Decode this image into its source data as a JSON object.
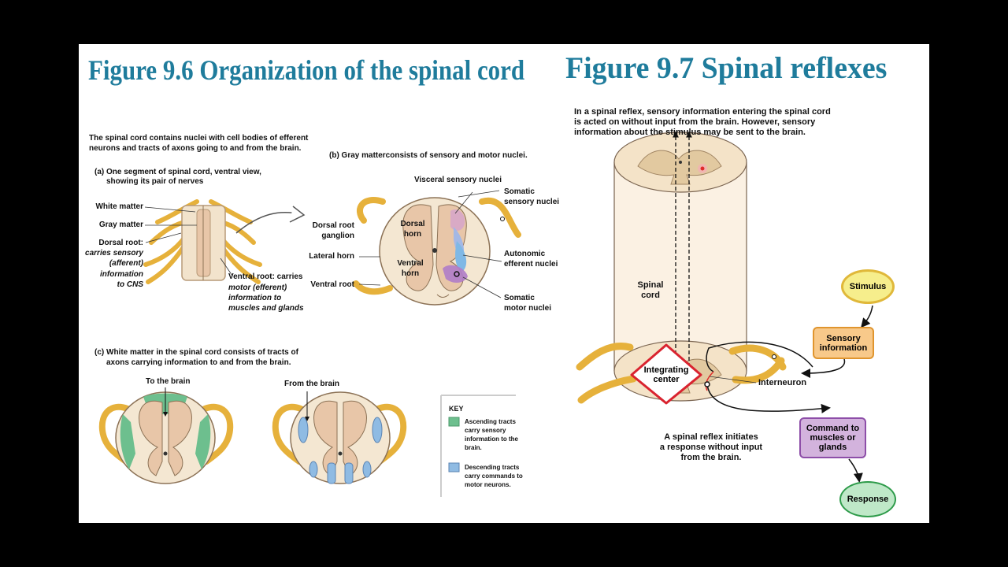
{
  "left": {
    "title": "Figure 9.6 Organization of the spinal cord",
    "intro": [
      "The spinal cord contains nuclei with cell bodies of efferent",
      "neurons and tracts of axons going to and from the brain."
    ],
    "panel_a": {
      "caption": [
        "(a) One segment of spinal cord, ventral view,",
        "showing its pair of nerves"
      ],
      "white_matter": "White matter",
      "gray_matter": "Gray matter",
      "dorsal_root": [
        "Dorsal root:",
        "carries sensory",
        "(afferent)",
        "information",
        "to CNS"
      ],
      "ventral_root": [
        "Ventral root: carries",
        "motor (efferent)",
        "information to",
        "muscles and glands"
      ]
    },
    "panel_b": {
      "caption": "(b) Gray matterconsists of sensory and motor nuclei.",
      "visceral": "Visceral sensory nuclei",
      "somatic_sensory": [
        "Somatic",
        "sensory nuclei"
      ],
      "autonomic": [
        "Autonomic",
        "efferent nuclei"
      ],
      "somatic_motor": [
        "Somatic",
        "motor nuclei"
      ],
      "drg": [
        "Dorsal root",
        "ganglion"
      ],
      "lateral_horn": "Lateral horn",
      "ventral_root": "Ventral root",
      "dorsal_horn": [
        "Dorsal",
        "horn"
      ],
      "ventral_horn": [
        "Ventral",
        "horn"
      ]
    },
    "panel_c": {
      "caption": [
        "(c) White matter in the spinal cord consists of tracts of",
        "axons carrying information to and from the brain."
      ],
      "to_brain": "To the brain",
      "from_brain": "From the brain"
    },
    "key": {
      "title": "KEY",
      "ascending": [
        "Ascending tracts",
        "carry sensory",
        "information to the",
        "brain."
      ],
      "descending": [
        "Descending tracts",
        "carry commands to",
        "motor neurons."
      ]
    }
  },
  "right": {
    "title": "Figure 9.7 Spinal reflexes",
    "intro": [
      "In a spinal reflex, sensory information entering the spinal cord",
      "is acted on without input from the brain. However, sensory",
      "information about the stimulus may be sent to the brain."
    ],
    "spinal_cord": [
      "Spinal",
      "cord"
    ],
    "integrating": [
      "Integrating",
      "center"
    ],
    "interneuron": "Interneuron",
    "stimulus": "Stimulus",
    "sensory_info": [
      "Sensory",
      "information"
    ],
    "command": [
      "Command to",
      "muscles or",
      "glands"
    ],
    "response": "Response",
    "bottom_text": [
      "A spinal reflex initiates",
      "a response without input",
      "from the brain."
    ]
  },
  "colors": {
    "title": "#1f7c9c",
    "ascending": "#6dbf8e",
    "descending": "#8fbbe3",
    "stimulus": "#f6ee8c",
    "sensory": "#f8c98a",
    "command": "#d3b3dd",
    "response": "#bfe8c8",
    "integrating": "#d9232f"
  }
}
